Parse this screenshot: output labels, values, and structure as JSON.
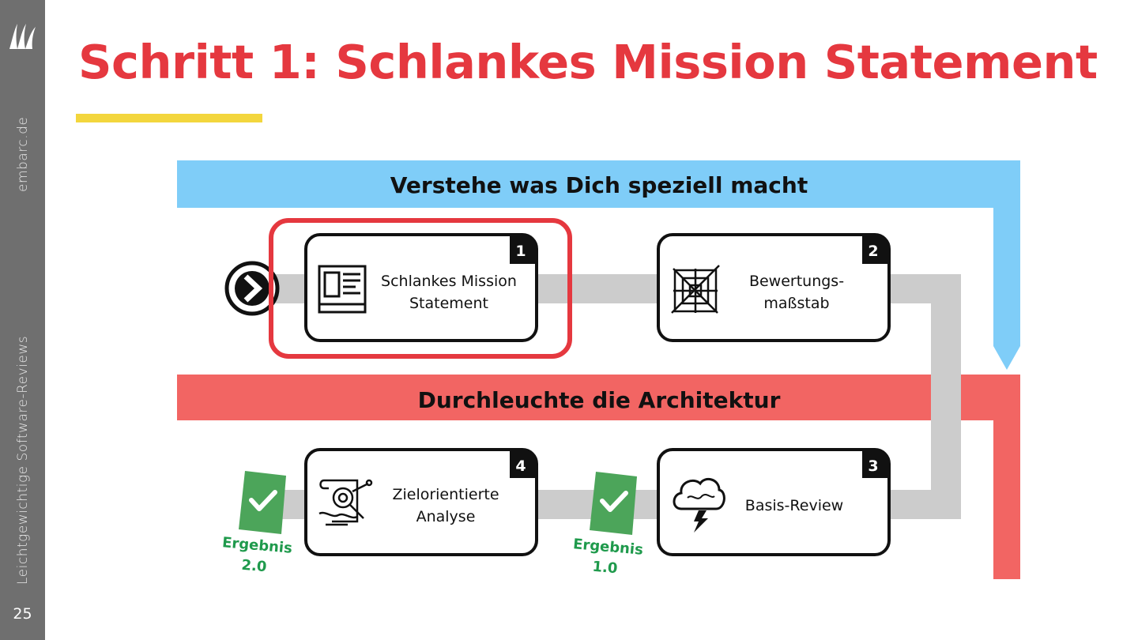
{
  "sidebar": {
    "site": "embarc.de",
    "topic": "Leichtgewichtige Software-Reviews",
    "page_number": "25"
  },
  "title": "Schritt 1: Schlankes Mission Statement",
  "colors": {
    "title_red": "#e5383f",
    "accent_yellow": "#f3d63d",
    "band_blue": "#7fcdf8",
    "band_red": "#f26563",
    "highlight_red": "#e5383f",
    "result_green": "#4ca55a"
  },
  "bands": {
    "top": "Verstehe was Dich speziell macht",
    "bottom": "Durchleuchte die Architektur"
  },
  "steps": [
    {
      "number": "1",
      "line1": "Schlankes Mission",
      "line2": "Statement",
      "icon": "document-layout-icon"
    },
    {
      "number": "2",
      "line1": "Bewertungs-",
      "line2": "maßstab",
      "icon": "spider-web-icon"
    },
    {
      "number": "3",
      "line1": "Basis-Review",
      "line2": "",
      "icon": "storm-cloud-icon"
    },
    {
      "number": "4",
      "line1": "Zielorientierte",
      "line2": "Analyse",
      "icon": "magnifier-scroll-icon"
    }
  ],
  "results": [
    {
      "line1": "Ergebnis",
      "line2": "1.0"
    },
    {
      "line1": "Ergebnis",
      "line2": "2.0"
    }
  ]
}
